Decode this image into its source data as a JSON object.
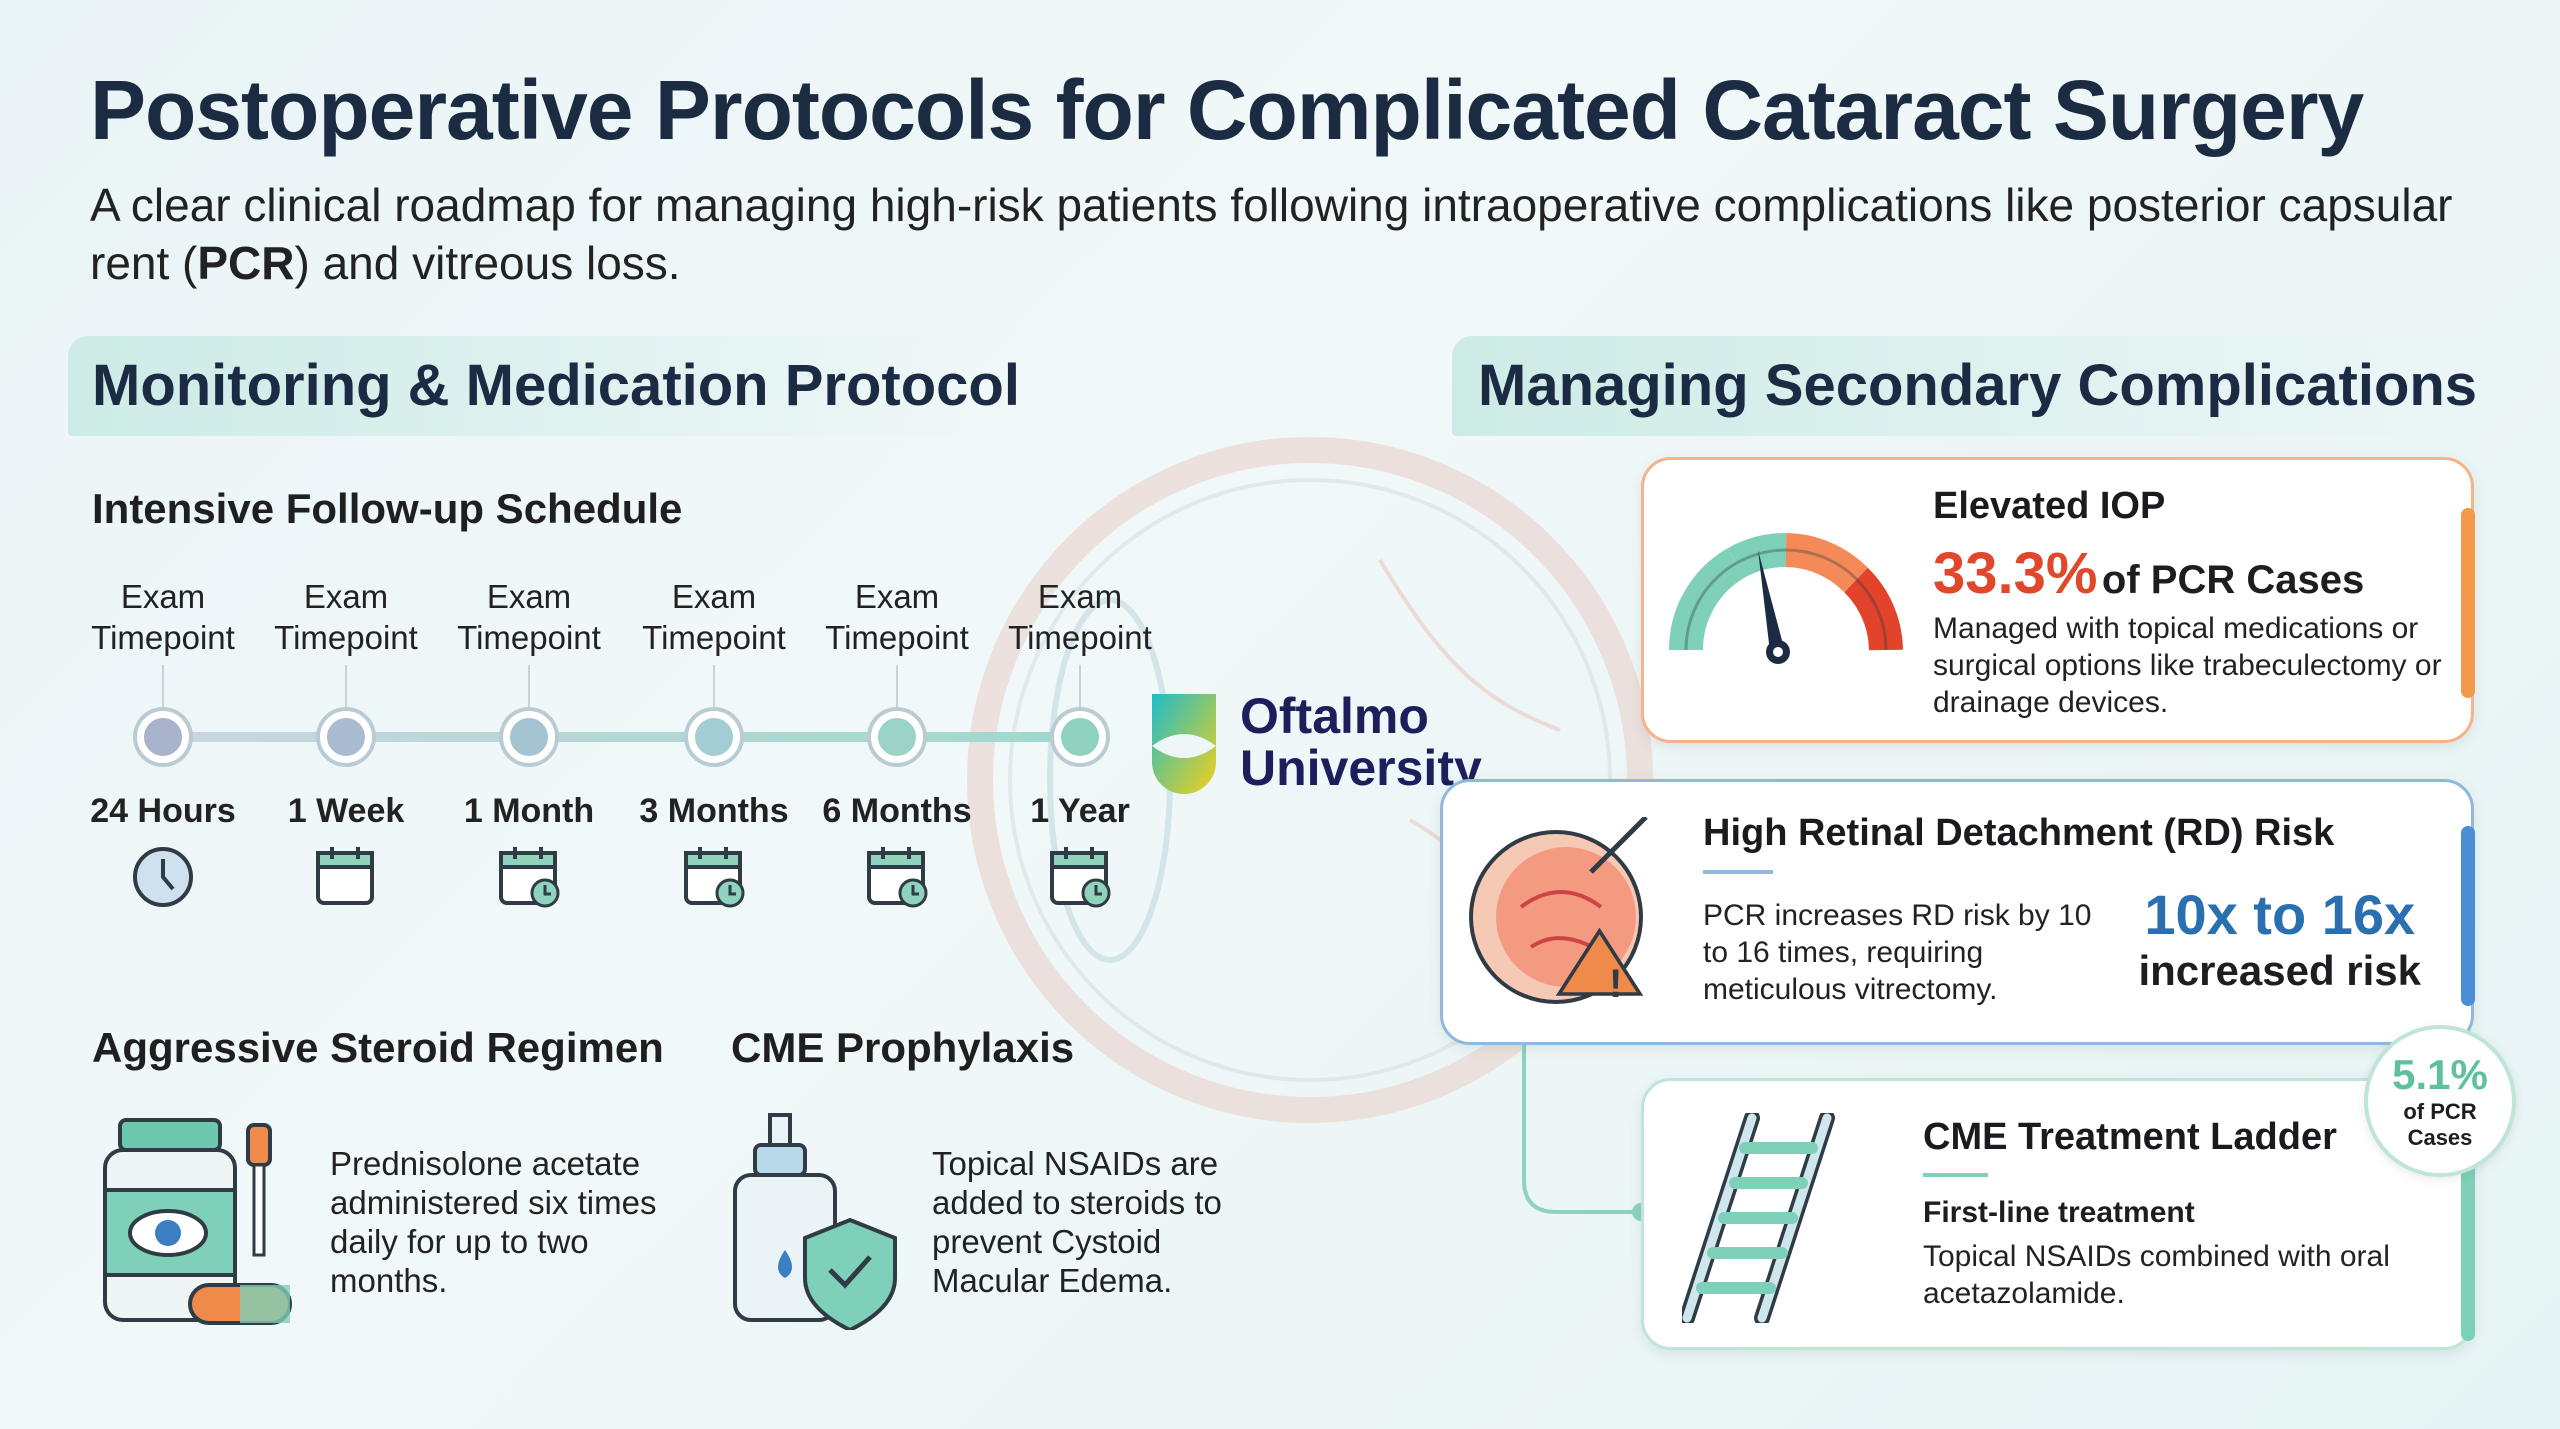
{
  "title": "Postoperative Protocols for Complicated Cataract Surgery",
  "subtitle": {
    "before": "A clear clinical roadmap for managing high-risk patients following intraoperative complications like posterior capsular rent (",
    "bold": "PCR",
    "after": ") and vitreous loss."
  },
  "left": {
    "heading": "Monitoring & Medication Protocol",
    "schedule_title": "Intensive Follow-up Schedule",
    "timeline": [
      {
        "top": "Exam Timepoint",
        "label": "24 Hours",
        "icon": "clock-icon"
      },
      {
        "top": "Exam Timepoint",
        "label": "1 Week",
        "icon": "calendar-icon"
      },
      {
        "top": "Exam Timepoint",
        "label": "1 Month",
        "icon": "calendar-clock-icon"
      },
      {
        "top": "Exam Timepoint",
        "label": "3 Months",
        "icon": "calendar-clock-icon"
      },
      {
        "top": "Exam Timepoint",
        "label": "6 Months",
        "icon": "calendar-clock-icon"
      },
      {
        "top": "Exam Timepoint",
        "label": "1 Year",
        "icon": "calendar-clock-icon"
      }
    ],
    "steroid": {
      "title": "Aggressive Steroid Regimen",
      "text": "Prednisolone acetate administered six times daily for up to two months."
    },
    "cme": {
      "title": "CME Prophylaxis",
      "text": "Topical NSAIDs are added to steroids to prevent Cystoid Macular Edema."
    }
  },
  "logo": {
    "line1": "Oftalmo",
    "line2": "University"
  },
  "right": {
    "heading": "Managing Secondary Complications",
    "iop": {
      "title": "Elevated IOP",
      "stat": "33.3%",
      "stat_suffix": "of PCR Cases",
      "text": "Managed with topical medications or surgical options like trabeculectomy or drainage devices.",
      "color": "#e0472b"
    },
    "rd": {
      "title": "High Retinal Detachment (RD) Risk",
      "text": "PCR increases RD risk by 10 to 16 times, requiring meticulous vitrectomy.",
      "stat": "10x to 16x",
      "stat_label": "increased risk",
      "color": "#2a6fb0"
    },
    "cme": {
      "title": "CME Treatment Ladder",
      "subtitle": "First-line treatment",
      "text": "Topical NSAIDs combined with oral acetazolamide.",
      "badge_value": "5.1%",
      "badge_label": "of PCR Cases",
      "color": "#5fbf9f"
    }
  }
}
